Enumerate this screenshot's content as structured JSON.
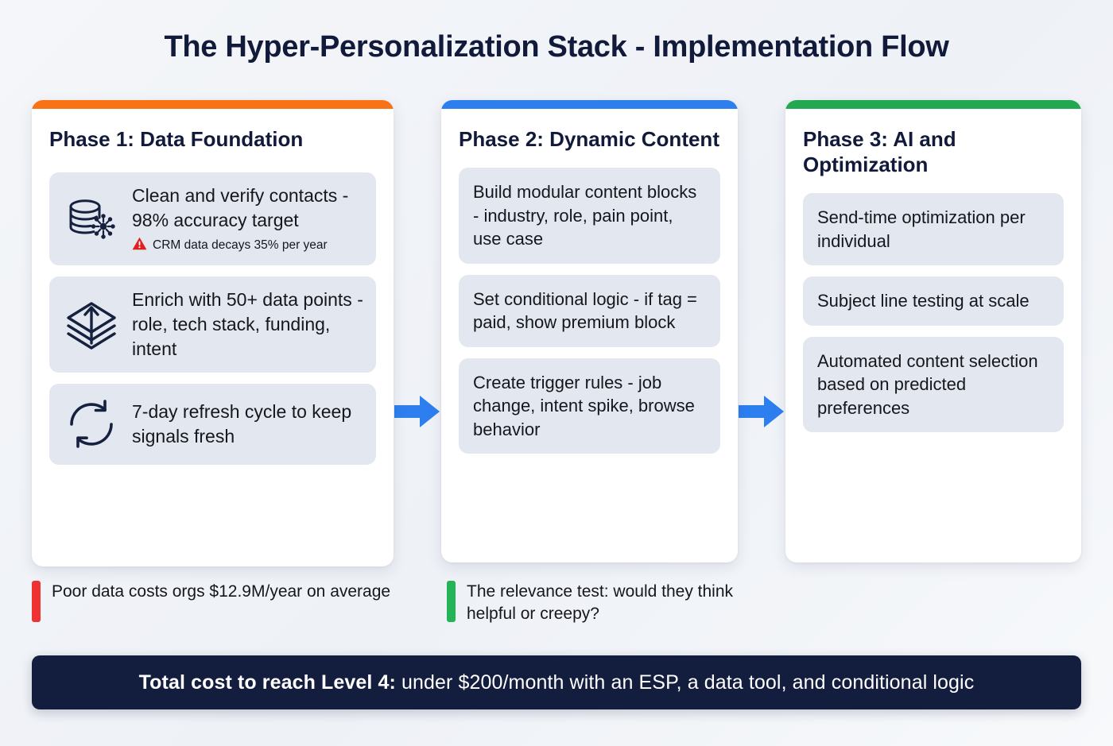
{
  "title": "The Hyper-Personalization Stack - Implementation Flow",
  "colors": {
    "phase1_bar": "#f97316",
    "phase2_bar": "#2d7ff0",
    "phase3_bar": "#22a850",
    "arrow": "#2d7ff0",
    "footnote1_bar": "#ef3131",
    "footnote2_bar": "#22b457",
    "banner_bg": "#131d3e",
    "card_bg": "#ffffff",
    "item_bg": "#e3e7ef",
    "heading": "#111a3a",
    "warning": "#e01f1f"
  },
  "phases": [
    {
      "title": "Phase 1: Data Foundation",
      "bar_color": "#f97316",
      "items": [
        {
          "icon": "database-network-icon",
          "text": "Clean and verify contacts - 98% accuracy target",
          "note": "CRM data decays 35% per year",
          "note_icon": "warning-triangle-icon"
        },
        {
          "icon": "layers-up-arrow-icon",
          "text": "Enrich with 50+ data points - role, tech stack, funding, intent"
        },
        {
          "icon": "refresh-cycle-icon",
          "text": "7-day refresh cycle to keep signals fresh"
        }
      ]
    },
    {
      "title": "Phase 2: Dynamic Content",
      "bar_color": "#2d7ff0",
      "items": [
        {
          "text": "Build modular content blocks - industry, role, pain point, use case"
        },
        {
          "text": "Set conditional logic - if tag = paid, show premium block"
        },
        {
          "text": "Create trigger rules - job change, intent spike, browse behavior"
        }
      ]
    },
    {
      "title": "Phase 3: AI and Optimization",
      "bar_color": "#22a850",
      "items": [
        {
          "text": "Send-time optimization per individual"
        },
        {
          "text": "Subject line testing at scale"
        },
        {
          "text": "Automated content selection based on predicted preferences"
        }
      ]
    }
  ],
  "arrows": [
    {
      "icon": "arrow-right-icon"
    },
    {
      "icon": "arrow-right-icon"
    }
  ],
  "footnotes": [
    {
      "bar_color": "#ef3131",
      "text": "Poor data costs orgs $12.9M/year on average"
    },
    {
      "bar_color": "#22b457",
      "text": "The relevance test: would they think helpful or creepy?"
    }
  ],
  "banner": {
    "label": "Total cost to reach Level 4:",
    "value": " under $200/month with an ESP, a data tool, and conditional logic"
  }
}
